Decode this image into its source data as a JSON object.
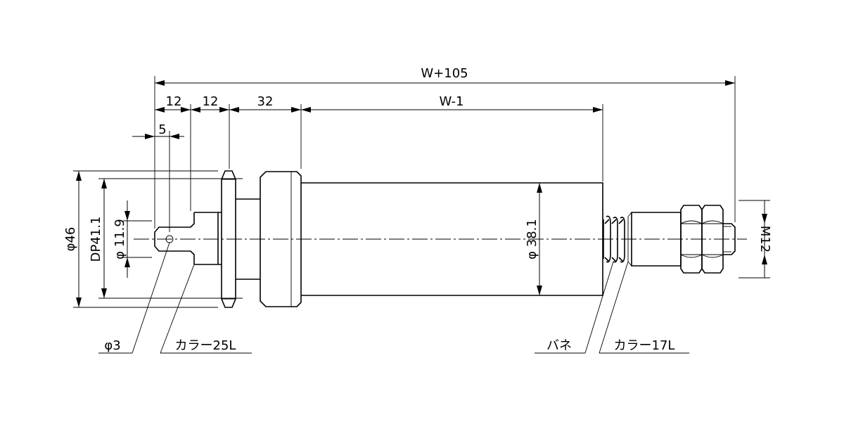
{
  "dimensions": {
    "overall": "W+105",
    "seg1": "12",
    "seg2": "12",
    "seg3": "32",
    "body": "W-1",
    "tip": "5",
    "dia_flange": "φ46",
    "dp": "DP41.1",
    "dia_tip": "φ 11.9",
    "dia_body": "φ 38.1",
    "thread": "M12"
  },
  "callouts": {
    "hole": "φ3",
    "collar_left": "カラー25L",
    "spring": "バネ",
    "collar_right": "カラー17L"
  }
}
